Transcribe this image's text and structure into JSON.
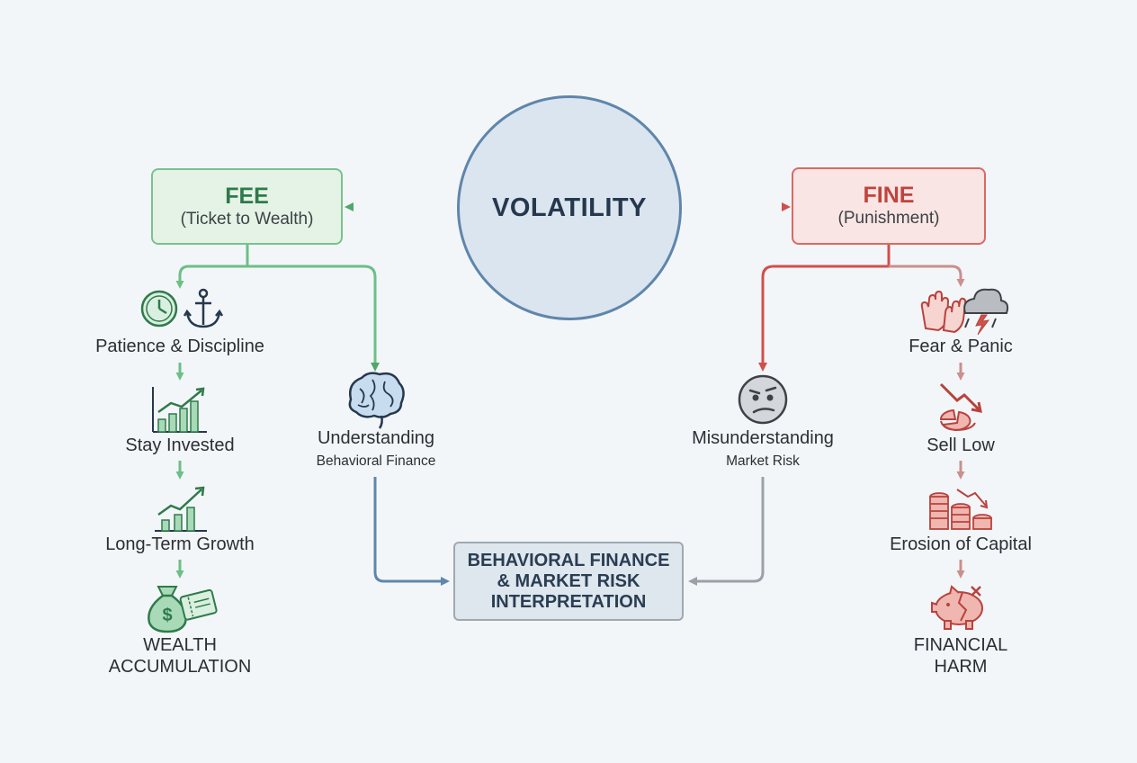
{
  "center": {
    "title": "VOLATILITY"
  },
  "fee": {
    "title": "FEE",
    "subtitle": "(Ticket to Wealth)",
    "steps": [
      "Patience & Discipline",
      "Stay Invested",
      "Long-Term Growth",
      "WEALTH\nACCUMULATION"
    ],
    "branch": {
      "title": "Understanding",
      "subtitle": "Behavioral Finance"
    }
  },
  "fine": {
    "title": "FINE",
    "subtitle": "(Punishment)",
    "steps": [
      "Fear & Panic",
      "Sell Low",
      "Erosion of Capital",
      "FINANCIAL\nHARM"
    ],
    "branch": {
      "title": "Misunderstanding",
      "subtitle": "Market Risk"
    }
  },
  "bottom": {
    "title": "BEHAVIORAL FINANCE\n& MARKET RISK\nINTERPRETATION"
  },
  "colors": {
    "green": "#4fa86a",
    "red": "#d0504b",
    "blue": "#5f86ab",
    "gray": "#9aa1a8"
  },
  "icons": [
    "clock-icon",
    "anchor-icon",
    "bar-chart-icon",
    "growth-chart-icon",
    "money-bag-icon",
    "ticket-icon",
    "brain-icon",
    "confused-face-icon",
    "hands-icon",
    "storm-cloud-icon",
    "down-trend-icon",
    "broken-pie-icon",
    "coin-stack-icon",
    "broken-piggy-bank-icon"
  ]
}
